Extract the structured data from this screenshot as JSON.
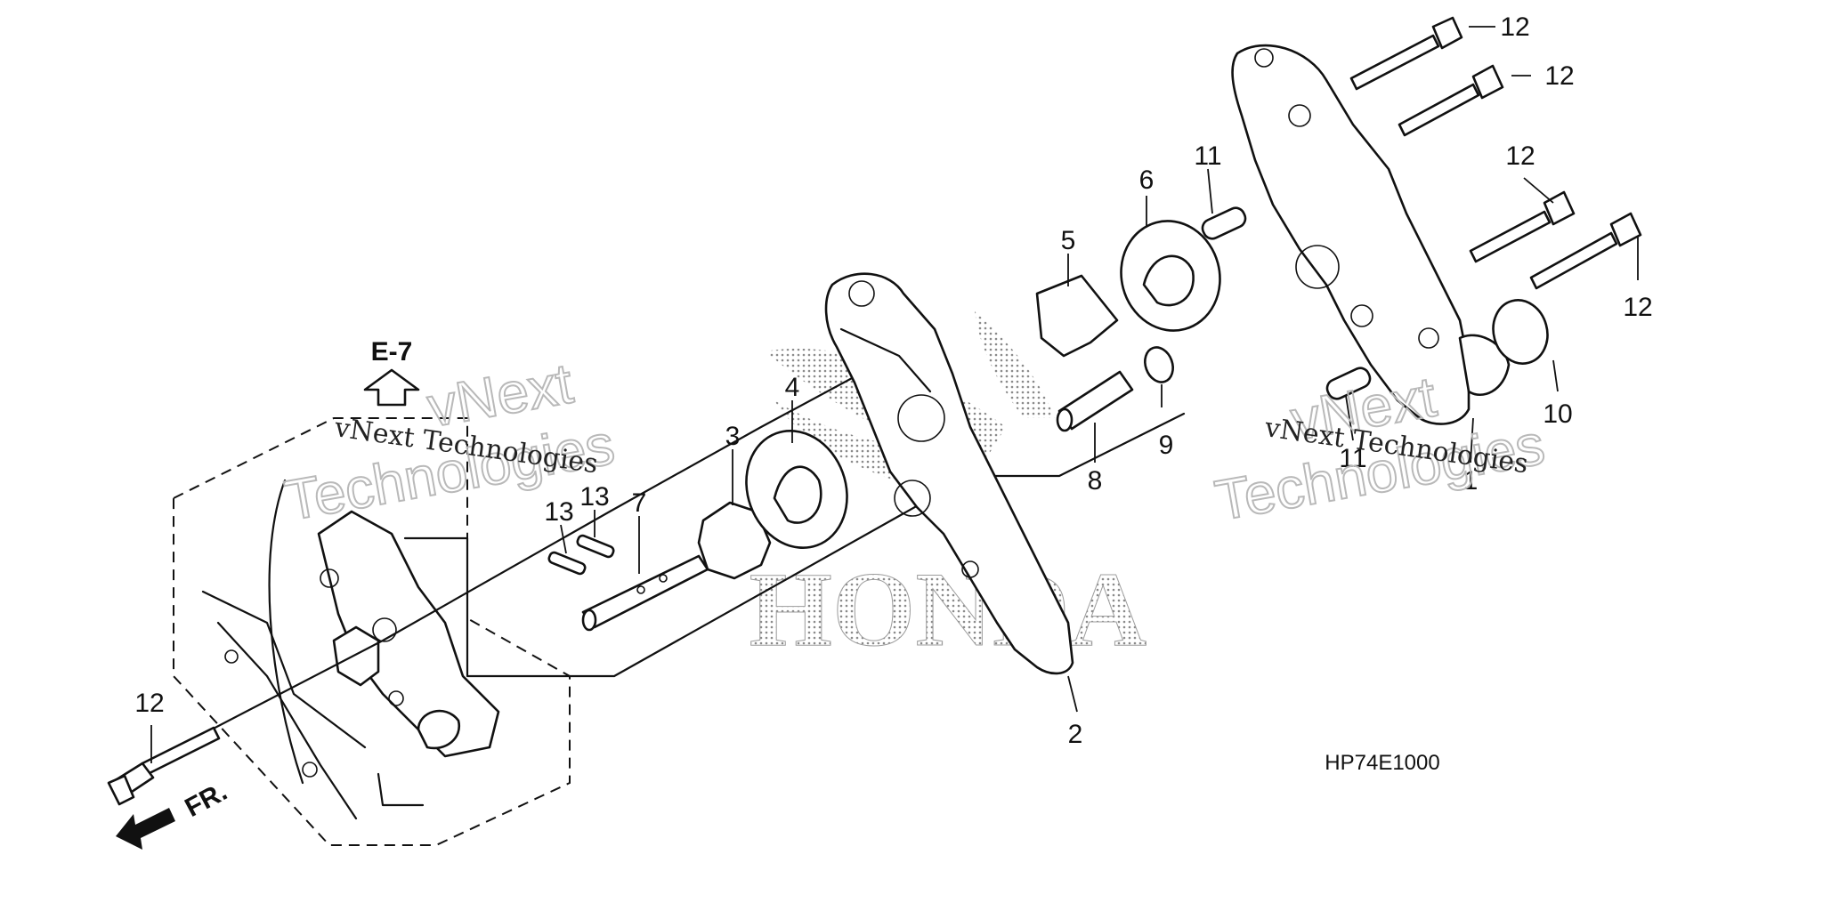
{
  "diagram": {
    "reference_code": "HP74E1000",
    "section_ref": "E-7",
    "direction_label": "FR.",
    "brand_logo_text": "HONDA",
    "watermarks": [
      {
        "id": "wm-left-small",
        "text": "vNext Technologies"
      },
      {
        "id": "wm-left-big-1",
        "text": "vNext"
      },
      {
        "id": "wm-left-big-2",
        "text": "Technologies"
      },
      {
        "id": "wm-right-small",
        "text": "vNext Technologies"
      },
      {
        "id": "wm-right-big-1",
        "text": "vNext"
      },
      {
        "id": "wm-right-big-2",
        "text": "Technologies"
      }
    ],
    "callouts": [
      {
        "id": "c1",
        "label": "1"
      },
      {
        "id": "c2",
        "label": "2"
      },
      {
        "id": "c3",
        "label": "3"
      },
      {
        "id": "c4",
        "label": "4"
      },
      {
        "id": "c5",
        "label": "5"
      },
      {
        "id": "c6",
        "label": "6"
      },
      {
        "id": "c7",
        "label": "7"
      },
      {
        "id": "c8",
        "label": "8"
      },
      {
        "id": "c9",
        "label": "9"
      },
      {
        "id": "c10",
        "label": "10"
      },
      {
        "id": "c11a",
        "label": "11"
      },
      {
        "id": "c11b",
        "label": "11"
      },
      {
        "id": "c12a",
        "label": "12"
      },
      {
        "id": "c12b",
        "label": "12"
      },
      {
        "id": "c12c",
        "label": "12"
      },
      {
        "id": "c12d",
        "label": "12"
      },
      {
        "id": "c12e",
        "label": "12"
      },
      {
        "id": "c13a",
        "label": "13"
      },
      {
        "id": "c13b",
        "label": "13"
      }
    ]
  }
}
